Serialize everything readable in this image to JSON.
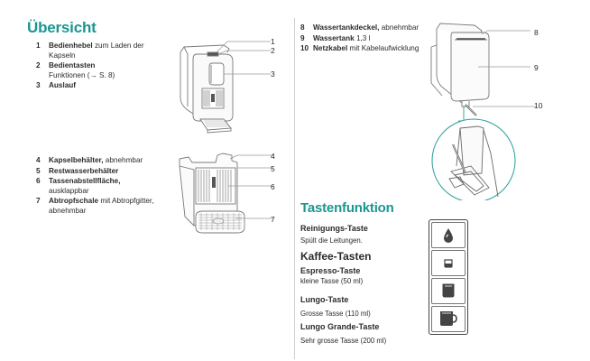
{
  "overview": {
    "title": "Übersicht",
    "group_a": [
      {
        "num": "1",
        "bold": "Bedienhebel",
        "rest": " zum Laden der",
        "line2": "Kapseln"
      },
      {
        "num": "2",
        "bold": "Bedientasten",
        "rest": "",
        "line2": "Funktionen (→ S. 8)"
      },
      {
        "num": "3",
        "bold": "Auslauf",
        "rest": "",
        "line2": ""
      }
    ],
    "group_b": [
      {
        "num": "4",
        "bold": "Kapselbehälter,",
        "rest": " abnehmbar",
        "line2": ""
      },
      {
        "num": "5",
        "bold": "Restwasserbehälter",
        "rest": "",
        "line2": ""
      },
      {
        "num": "6",
        "bold": "Tassenabstellfläche,",
        "rest": "",
        "line2": "ausklappbar"
      },
      {
        "num": "7",
        "bold": "Abtropfschale",
        "rest": " mit Abtropfgitter,",
        "line2": "abnehmbar"
      }
    ],
    "group_c": [
      {
        "num": "8",
        "bold": "Wassertankdeckel,",
        "rest": " abnehmbar",
        "line2": ""
      },
      {
        "num": "9",
        "bold": "Wassertank",
        "rest": " 1,3 l",
        "line2": ""
      },
      {
        "num": "10",
        "bold": "Netzkabel",
        "rest": " mit Kabelaufwicklung",
        "line2": ""
      }
    ],
    "callouts": [
      "1",
      "2",
      "3",
      "4",
      "5",
      "6",
      "7",
      "8",
      "9",
      "10"
    ]
  },
  "button_functions": {
    "title": "Tastenfunktion",
    "cleaning": {
      "label": "Reinigungs-Taste",
      "desc": "Spült die Leitungen."
    },
    "coffee_heading": "Kaffee-Tasten",
    "espresso": {
      "label": "Espresso-Taste",
      "desc": "kleine Tasse (50 ml)"
    },
    "lungo": {
      "label": "Lungo-Taste",
      "desc": "Grosse Tasse (110 ml)"
    },
    "lungo_grande": {
      "label": "Lungo Grande-Taste",
      "desc": "Sehr grosse Tasse (200 ml)"
    },
    "panel_icons": [
      "water-drop-icon",
      "small-cup-icon",
      "medium-cup-icon",
      "large-mug-icon"
    ]
  },
  "colors": {
    "accent": "#1a9790",
    "text": "#2b2b2b",
    "line": "#9a9a9a"
  }
}
